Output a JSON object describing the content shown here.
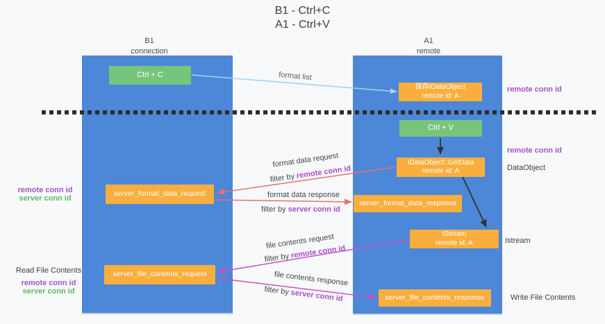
{
  "title": {
    "line1": "B1 - Ctrl+C",
    "line2": "A1 - Ctrl+V"
  },
  "lifelines": {
    "left": {
      "title": "B1",
      "subtitle": "connection"
    },
    "right": {
      "title": "A1",
      "subtitle": "remote"
    }
  },
  "nodes": {
    "ctrl_c": {
      "label": "Ctrl + C"
    },
    "ctrl_v": {
      "label": "Ctrl + V"
    },
    "save_dataobject": {
      "line1": "保存IDataObject",
      "line2": "remote id: A"
    },
    "getdata": {
      "line1": "IDataObject::GetData",
      "line2": "remote id: A"
    },
    "istream": {
      "line1": "IStream",
      "line2": "remote id: A"
    },
    "server_format_data_request": {
      "label": "server_format_data_request"
    },
    "server_format_data_response": {
      "label": "server_format_data_response"
    },
    "server_file_contents_request": {
      "label": "server_file_contents_request"
    },
    "server_file_contents_response": {
      "label": "server_file_contents_response"
    }
  },
  "arrow_labels": {
    "format_list": "format list",
    "format_data_request": "format data request",
    "format_data_response": "format data response",
    "file_contents_request": "file contents request",
    "file_contents_response": "file contents response",
    "filter_by": "filter by",
    "remote_conn_id": "remote conn id",
    "server_conn_id": "server conn id"
  },
  "side_labels": {
    "right_top_remote_conn_id": "remote conn id",
    "right_mid_remote_conn_id": "remote conn id",
    "right_dataobject": "DataObject",
    "right_istream": "Istream",
    "right_write_file_contents": "Write File Contents",
    "left_remote_conn_id": "remote conn id",
    "left_server_conn_id": "server conn id",
    "left_read_file_contents": "Read File Contents",
    "left_bottom_remote_conn_id": "remote conn id",
    "left_bottom_server_conn_id": "server conn id"
  },
  "colors": {
    "lifeline_blue": "#4d87d8",
    "node_green": "#77c57d",
    "node_orange": "#f9ae3d",
    "arrow_light_blue": "#a5d3f3",
    "arrow_red": "#e8706f",
    "arrow_magenta": "#c84fc8",
    "arrow_black": "#333333",
    "conn_id_purple": "#a653c9",
    "conn_id_green": "#5fb963",
    "background": "#f8f9fa"
  }
}
